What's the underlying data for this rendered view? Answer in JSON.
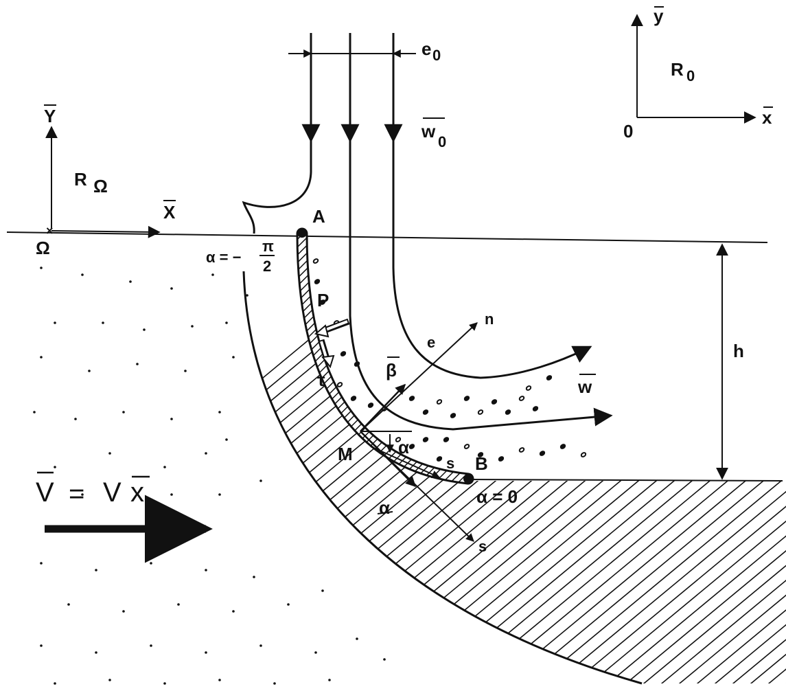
{
  "colors": {
    "ink": "#111111",
    "paper": "#ffffff"
  },
  "frames": {
    "absolute": {
      "name": "R",
      "sub": "0",
      "x_axis": "x",
      "y_axis": "y",
      "origin": "0"
    },
    "relative": {
      "name": "R",
      "sub": "Ω",
      "x_axis": "X",
      "y_axis": "Y",
      "origin": "Ω"
    }
  },
  "jet": {
    "width_label": "e",
    "width_sub": "0",
    "inlet_velocity": "w",
    "inlet_velocity_sub": "0",
    "outlet_velocity": "w"
  },
  "points": {
    "A": "A",
    "B": "B",
    "M": "M",
    "P": "P"
  },
  "local_axes": {
    "n": "n",
    "s": "s",
    "e": "e",
    "alpha": "α",
    "alpha_vec": "α",
    "beta_vec": "β",
    "tau": "τ"
  },
  "angles": {
    "at_A": "α = −",
    "at_A_num": "π",
    "at_A_den": "2",
    "at_B": "α = 0"
  },
  "depth_label": "h",
  "velocity": {
    "lhs": "V",
    "eq": "=",
    "rhs": "V",
    "unit": "x"
  }
}
